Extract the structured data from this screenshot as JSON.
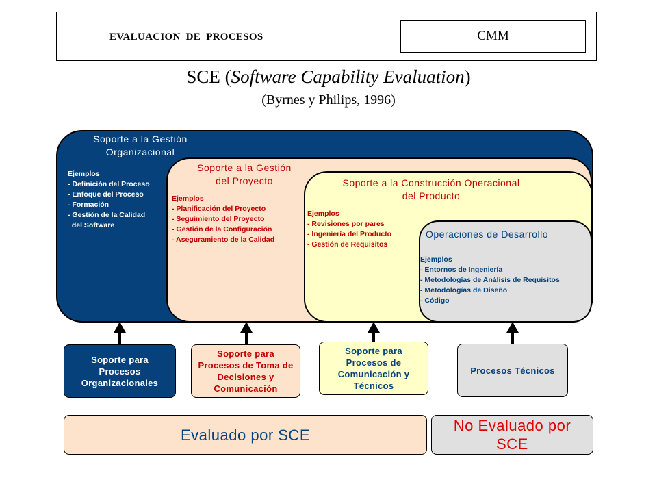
{
  "header": {
    "title": "EVALUACION  DE  PROCESOS",
    "badge": "CMM"
  },
  "main_title": {
    "prefix": "SCE (",
    "italic": "Software Capability Evaluation",
    "suffix": ")"
  },
  "subtitle": "(Byrnes y Philips, 1996)",
  "panels": {
    "organizacional": {
      "title": "Soporte a la Gestión\nOrganizacional",
      "examples": "Ejemplos\n- Definición del Proceso\n- Enfoque del Proceso\n- Formación\n- Gestión de la Calidad\n  del Software"
    },
    "proyecto": {
      "title": "Soporte a la Gestión\ndel Proyecto",
      "examples": "Ejemplos\n- Planificación del Proyecto\n- Seguimiento del Proyecto\n- Gestión de la Configuración\n- Aseguramiento de la Calidad"
    },
    "construccion": {
      "title": "Soporte a la Construcción Operacional\ndel Producto",
      "examples": "Ejemplos\n- Revisiones por pares\n- Ingeniería del Producto\n- Gestión de Requisitos"
    },
    "desarrollo": {
      "title": "Operaciones de Desarrollo",
      "examples": "Ejemplos\n- Entornos de Ingeniería\n- Metodologías de Análisis de Requisitos\n- Metodologías de Diseño\n- Código"
    }
  },
  "supports": [
    "Soporte para\nProcesos\nOrganizacionales",
    "Soporte para\nProcesos de Toma de\nDecisiones y\nComunicación",
    "Soporte para\nProcesos de\nComunicación y\nTécnicos",
    "Procesos Técnicos"
  ],
  "legend": {
    "evaluated": "Evaluado por SCE",
    "not_evaluated": "No Evaluado por\nSCE"
  },
  "colors": {
    "navy": "#06417c",
    "peach": "#fde3cc",
    "light_yellow": "#ffffc8",
    "gray": "#e0e0e0",
    "red": "#c00000"
  }
}
